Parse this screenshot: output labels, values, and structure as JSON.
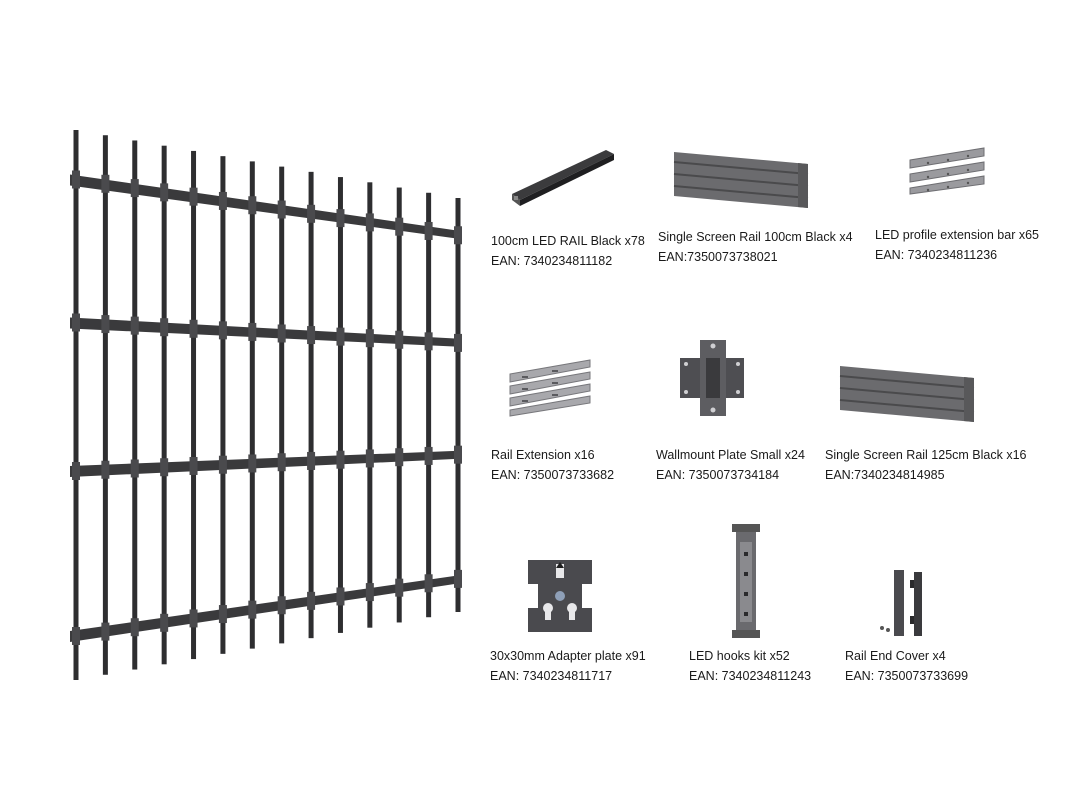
{
  "items": [
    {
      "name": "100cm LED RAIL  Black x78",
      "ean": "EAN: 7340234811182"
    },
    {
      "name": "Single Screen Rail 100cm Black x4",
      "ean": "EAN:7350073738021"
    },
    {
      "name": "LED profile extension bar x65",
      "ean": "EAN: 7340234811236"
    },
    {
      "name": "Rail Extension x16",
      "ean": "EAN: 7350073733682"
    },
    {
      "name": "Wallmount Plate Small x24",
      "ean": "EAN: 7350073734184"
    },
    {
      "name": "Single Screen Rail 125cm Black x16",
      "ean": "EAN:7340234814985"
    },
    {
      "name": "30x30mm Adapter plate x91",
      "ean": "EAN: 7340234811717"
    },
    {
      "name": "LED hooks kit x52",
      "ean": "EAN: 7340234811243"
    },
    {
      "name": "Rail End Cover x4",
      "ean": "EAN: 7350073733699"
    }
  ]
}
